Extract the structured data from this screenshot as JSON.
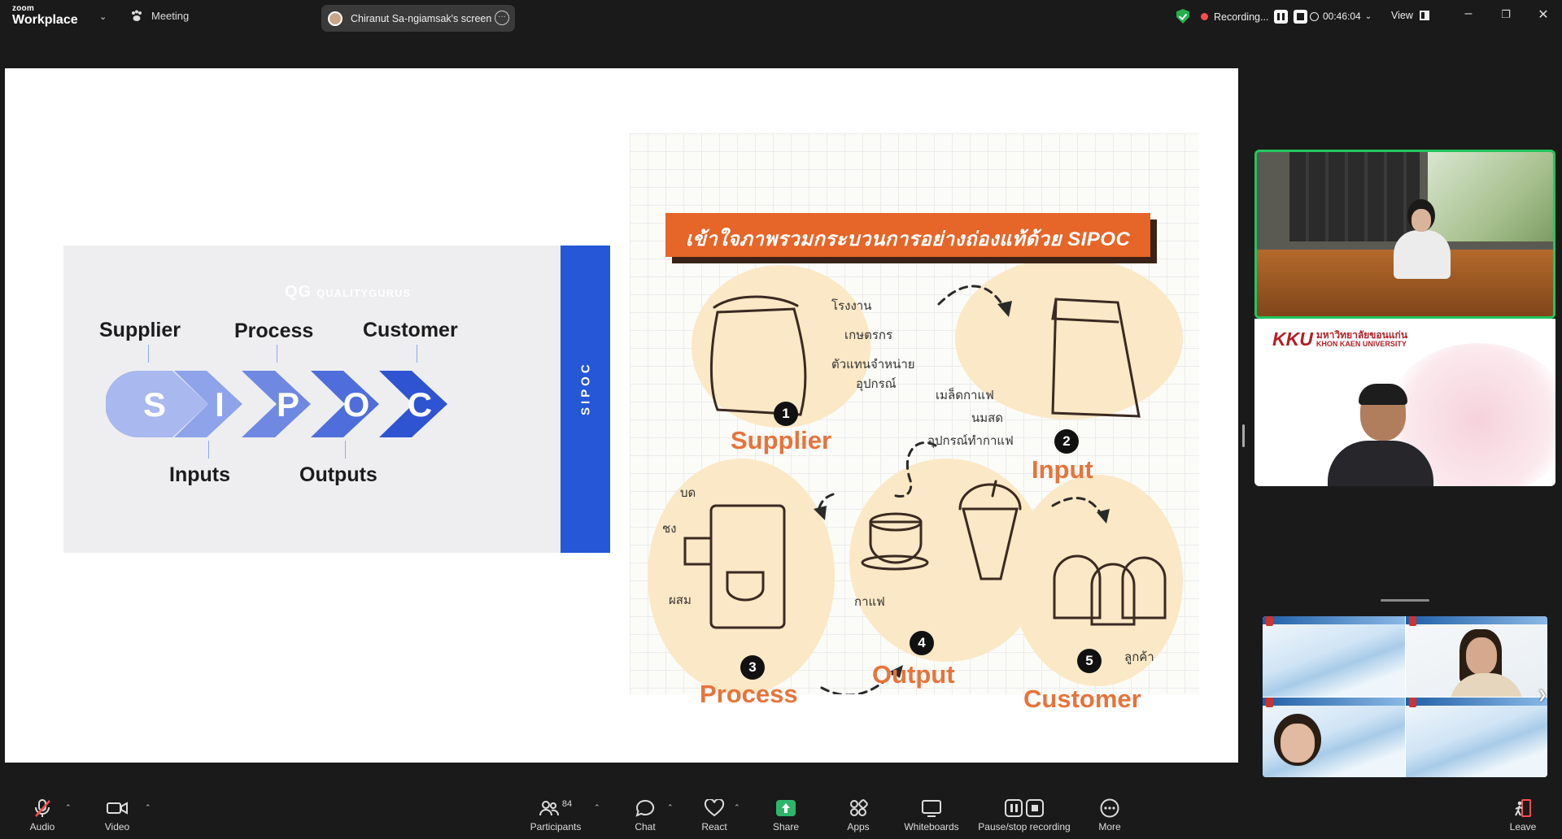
{
  "topbar": {
    "logo_small": "zoom",
    "logo_big": "Workplace",
    "meeting_label": "Meeting",
    "share_label": "Chiranut Sa-ngiamsak's screen",
    "recording_label": "Recording...",
    "timer": "00:46:04",
    "view_label": "View"
  },
  "slide": {
    "brand": "QUALITYGURUS",
    "brand_mark": "QG",
    "sipoc_vertical": "SIPOC",
    "letters": [
      "S",
      "I",
      "P",
      "O",
      "C"
    ],
    "top_labels": [
      "Supplier",
      "Process",
      "Customer"
    ],
    "bottom_labels": [
      "Inputs",
      "Outputs"
    ],
    "banner": "เข้าใจภาพรวมกระบวนการอย่างถ่องแท้ด้วย SIPOC",
    "stages": [
      {
        "num": "1",
        "name": "Supplier",
        "items": [
          "โรงงาน",
          "เกษตรกร",
          "ตัวแทนจำหน่าย",
          "อุปกรณ์"
        ]
      },
      {
        "num": "2",
        "name": "Input",
        "items": [
          "เมล็ดกาแฟ",
          "นมสด",
          "อุปกรณ์ทำกาแฟ"
        ]
      },
      {
        "num": "3",
        "name": "Process",
        "items": [
          "บด",
          "ชง",
          "ผสม"
        ]
      },
      {
        "num": "4",
        "name": "Output",
        "items": [
          "กาแฟ"
        ]
      },
      {
        "num": "5",
        "name": "Customer",
        "items": [
          "ลูกค้า"
        ]
      }
    ]
  },
  "rail": {
    "kku_mark": "KKU",
    "kku_thai": "มหาวิทยาลัยขอนแก่น",
    "kku_en": "KHON KAEN UNIVERSITY"
  },
  "toolbar": {
    "audio": "Audio",
    "video": "Video",
    "participants": "Participants",
    "participants_count": "84",
    "chat": "Chat",
    "react": "React",
    "share": "Share",
    "apps": "Apps",
    "whiteboards": "Whiteboards",
    "pause_stop": "Pause/stop recording",
    "more": "More",
    "leave": "Leave"
  },
  "colors": {
    "accent_green": "#23c55e",
    "share_green": "#2db66b",
    "sipoc_blue": "#2557d6",
    "banner_orange": "#e66528",
    "stage_orange": "#e8733a",
    "recording_red": "#ff4d4d"
  }
}
